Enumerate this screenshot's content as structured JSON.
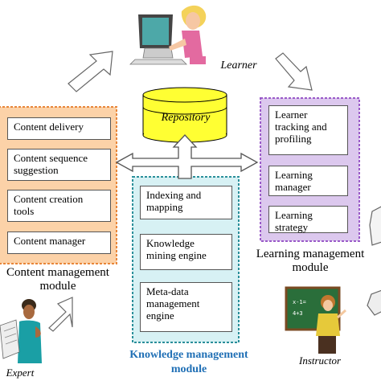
{
  "diagram": {
    "learner_label": "Learner",
    "expert_label": "Expert",
    "instructor_label": "Instructor",
    "repository_label": "Repository",
    "content_module": {
      "title_line1": "Content management",
      "title_line2": "module",
      "items": [
        "Content delivery",
        "Content sequence suggestion",
        "Content creation tools",
        "Content manager"
      ]
    },
    "knowledge_module": {
      "title_line1": "Knowledge management",
      "title_line2": "module",
      "items": [
        "Indexing and mapping",
        "Knowledge mining engine",
        "Meta-data management engine"
      ]
    },
    "learning_module": {
      "title_line1": "Learning management",
      "title_line2": "module",
      "items": [
        "Learner tracking and profiling",
        "Learning manager",
        "Learning strategy"
      ]
    },
    "colors": {
      "content_panel": "#fcd2a8",
      "content_border": "#e8863a",
      "knowledge_panel": "#d7f1f4",
      "knowledge_border": "#2a8f9a",
      "learning_panel": "#dcc8ee",
      "learning_border": "#9a5ac8",
      "repository": "#ffff33",
      "knowledge_title": "#1f6fb5"
    }
  }
}
